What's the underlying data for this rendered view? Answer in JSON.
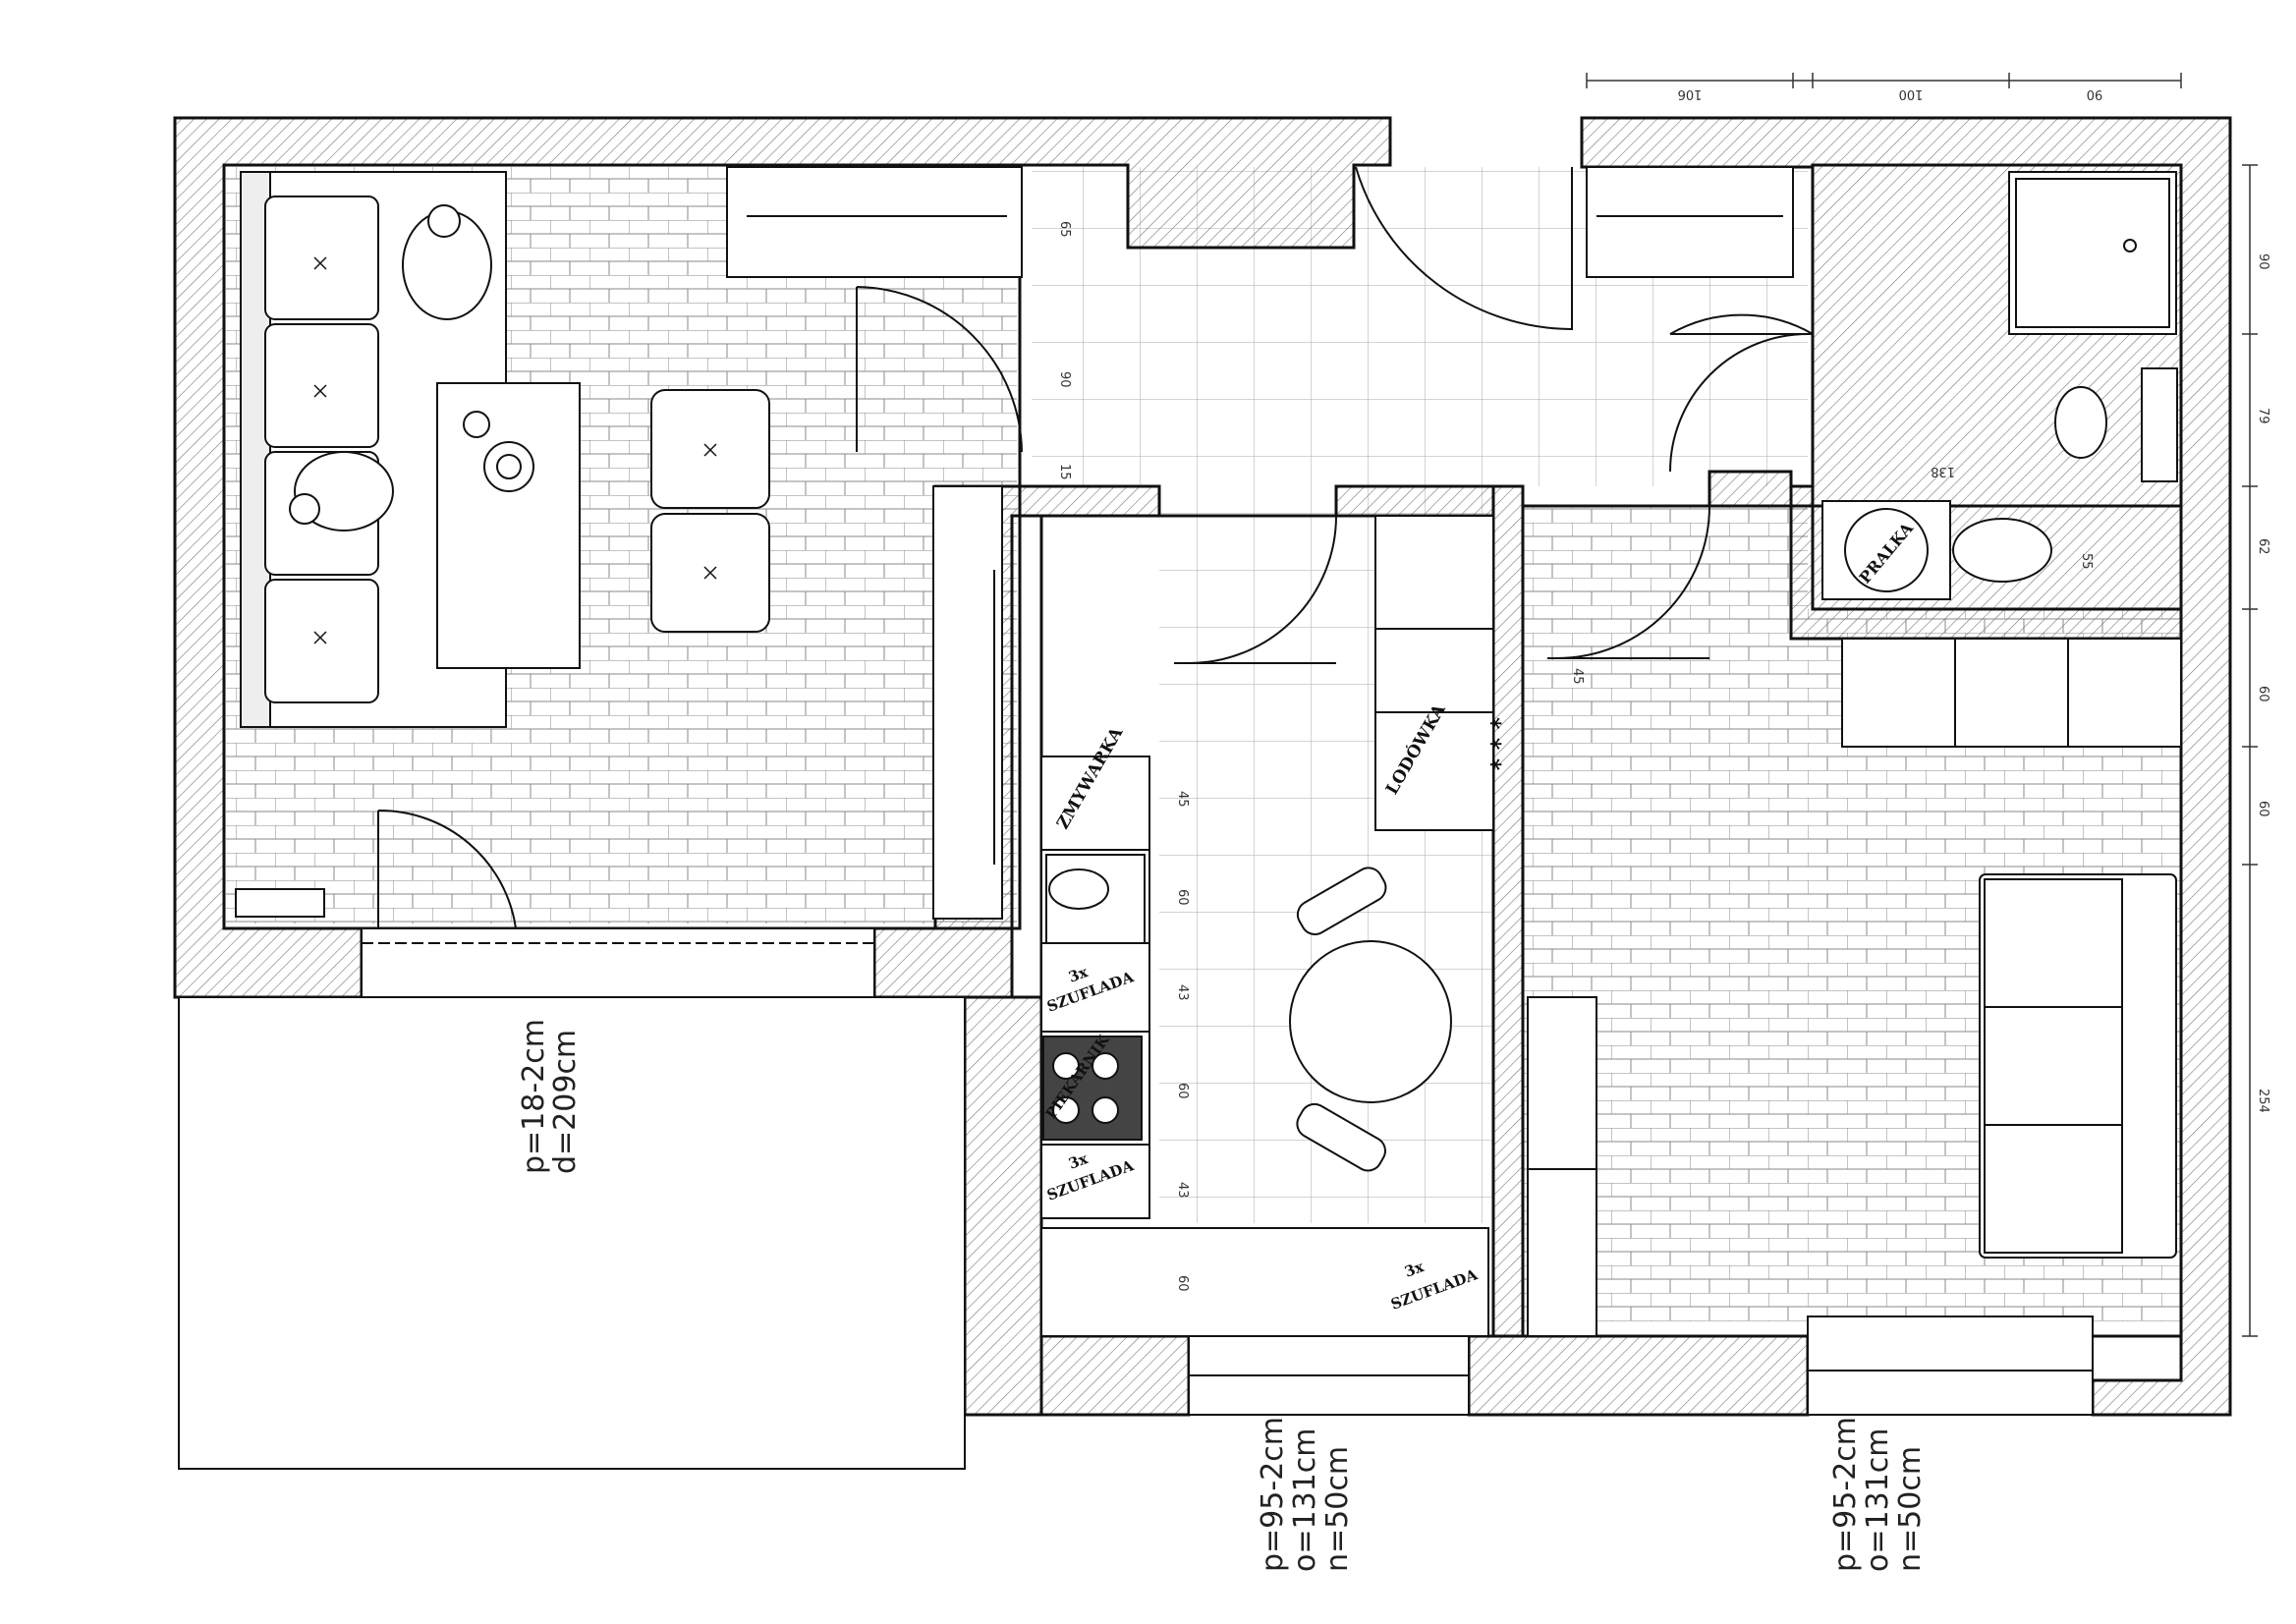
{
  "floorplan": {
    "labels": {
      "dishwasher": "ZMYWARKA",
      "fridge": "LODÓWKA",
      "drawers_a_count": "3x",
      "drawers_a": "SZUFLADA",
      "drawers_b_count": "3x",
      "drawers_b": "SZUFLADA",
      "drawers_c_count": "3x",
      "drawers_c": "SZUFLADA",
      "oven": "PIEKARNIK",
      "washer": "PRALKA",
      "fridge_marks": "* * *"
    },
    "top_dimensions": [
      "106",
      "100",
      "90"
    ],
    "right_dimensions": [
      "90",
      "79",
      "62",
      "60",
      "60",
      "254"
    ],
    "interior_dimensions": {
      "wardrobe_depth": "65",
      "hall_width": "90",
      "wall_thickness": "15",
      "bath_width": "138",
      "washer_depth": "55",
      "lower_45": "45",
      "k1": "45",
      "k2": "60",
      "k3": "43",
      "k4": "60",
      "k5": "43",
      "k6": "60"
    },
    "window_balcony": [
      "p=18-2cm",
      "d=209cm"
    ],
    "window_kitchen": [
      "p=95-2cm",
      "o=131cm",
      "n=50cm"
    ],
    "window_living": [
      "p=95-2cm",
      "o=131cm",
      "n=50cm"
    ]
  }
}
